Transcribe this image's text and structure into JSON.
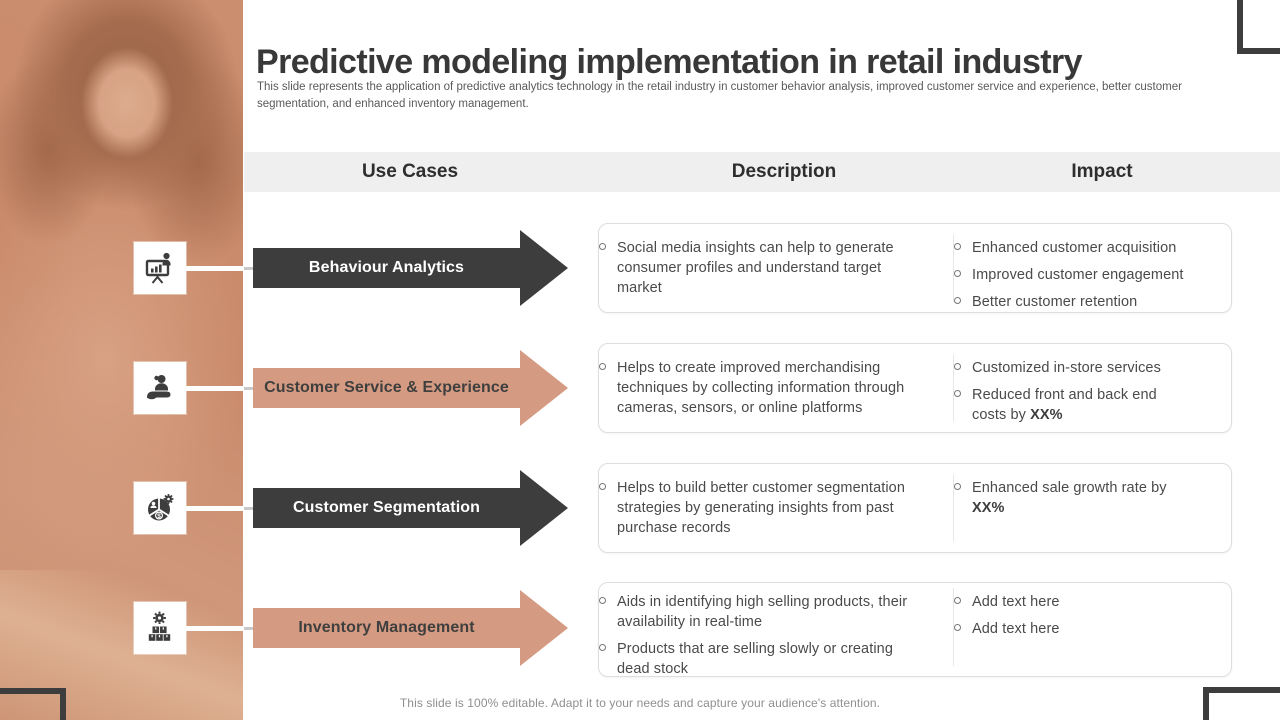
{
  "slide": {
    "title": "Predictive modeling implementation in retail industry",
    "subtitle": "This slide represents the application of predictive analytics technology in the retail industry in customer behavior analysis, improved customer service and experience, better customer segmentation, and enhanced inventory management.",
    "footer": "This slide is 100% editable. Adapt it to your needs and capture your audience's attention."
  },
  "table": {
    "headers": {
      "use_cases": "Use Cases",
      "description": "Description",
      "impact": "Impact"
    },
    "rows": [
      {
        "label": "Behaviour Analytics",
        "icon": "presentation-analytics-icon",
        "theme": "dark",
        "description": [
          {
            "text": "Social media insights can help to generate consumer profiles and understand target market",
            "bold": ""
          }
        ],
        "impact": [
          {
            "text": "Enhanced customer acquisition",
            "bold": ""
          },
          {
            "text": "Improved customer engagement",
            "bold": ""
          },
          {
            "text": "Better customer retention",
            "bold": ""
          }
        ]
      },
      {
        "label": "Customer Service & Experience",
        "icon": "customer-care-hand-icon",
        "theme": "salmon",
        "description": [
          {
            "text": "Helps to create improved merchandising techniques by collecting information through cameras, sensors, or online platforms",
            "bold": ""
          }
        ],
        "impact": [
          {
            "text": "Customized in-store services",
            "bold": ""
          },
          {
            "text": "Reduced front and back end costs by ",
            "bold": "XX%"
          }
        ]
      },
      {
        "label": "Customer Segmentation",
        "icon": "customer-segmentation-pie-icon",
        "theme": "dark",
        "description": [
          {
            "text": "Helps to build better customer segmentation strategies by generating insights from past purchase records",
            "bold": ""
          }
        ],
        "impact": [
          {
            "text": "Enhanced sale growth rate by ",
            "bold": "XX%"
          }
        ]
      },
      {
        "label": "Inventory Management",
        "icon": "inventory-boxes-gear-icon",
        "theme": "salmon",
        "description": [
          {
            "text": "Aids in identifying high selling products, their availability in real-time",
            "bold": ""
          },
          {
            "text": "Products that are selling slowly or creating dead stock",
            "bold": ""
          }
        ],
        "impact": [
          {
            "text": "Add text here",
            "bold": ""
          },
          {
            "text": "Add text here",
            "bold": ""
          }
        ]
      }
    ]
  },
  "colors": {
    "accent_salmon": "#d59b82",
    "arrow_dark": "#3d3d3d",
    "header_band": "#efefef",
    "text_dark": "#383838",
    "text_body": "#4a4a4a"
  }
}
